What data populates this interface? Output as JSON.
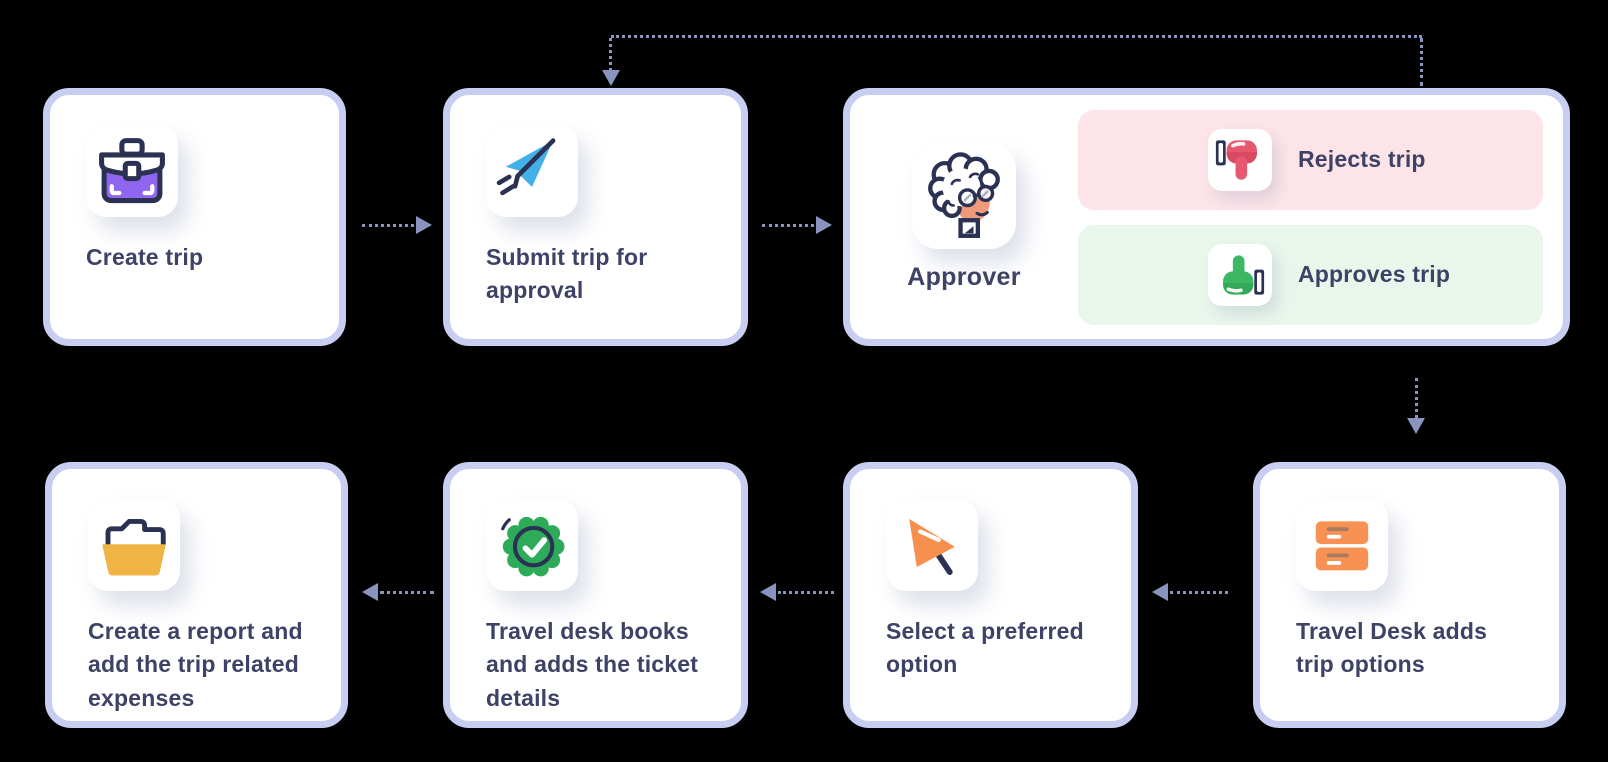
{
  "cards": {
    "create_trip": {
      "label": "Create trip",
      "icon": "briefcase-icon"
    },
    "submit_trip": {
      "label": "Submit trip for approval",
      "icon": "paper-plane-icon"
    },
    "approver": {
      "label": "Approver",
      "icon": "approver-avatar-icon",
      "outcomes": {
        "reject": {
          "label": "Rejects trip",
          "icon": "thumbs-down-icon",
          "bg": "#fce4e8",
          "icon_color": "#e65870"
        },
        "approve": {
          "label": "Approves trip",
          "icon": "thumbs-up-icon",
          "bg": "#e9f6ec",
          "icon_color": "#3cb863"
        }
      }
    },
    "travel_desk_adds": {
      "label": "Travel Desk adds trip options",
      "icon": "list-options-icon"
    },
    "select_option": {
      "label": "Select a preferred option",
      "icon": "cursor-icon"
    },
    "travel_desk_books": {
      "label": "Travel desk books and adds the ticket details",
      "icon": "verified-badge-icon"
    },
    "create_report": {
      "label": "Create a report and add the trip related expenses",
      "icon": "folder-icon"
    }
  },
  "connectors": [
    {
      "from": "create_trip",
      "to": "submit_trip",
      "direction": "right",
      "style": "dotted"
    },
    {
      "from": "submit_trip",
      "to": "approver",
      "direction": "right",
      "style": "dotted"
    },
    {
      "from": "approver",
      "to": "submit_trip",
      "direction": "loop-over-top",
      "style": "dotted"
    },
    {
      "from": "approver",
      "to": "travel_desk_adds",
      "direction": "down",
      "style": "dotted"
    },
    {
      "from": "travel_desk_adds",
      "to": "select_option",
      "direction": "left",
      "style": "dotted"
    },
    {
      "from": "select_option",
      "to": "travel_desk_books",
      "direction": "left",
      "style": "dotted"
    },
    {
      "from": "travel_desk_books",
      "to": "create_report",
      "direction": "left",
      "style": "dotted"
    }
  ],
  "colors": {
    "background": "#000000",
    "card_bg": "#ffffff",
    "card_border": "#c7cef2",
    "text": "#3d4266",
    "connector": "#8a95bf",
    "outline_navy": "#2b3153",
    "briefcase_purple": "#9066f0",
    "plane_blue": "#44b0e8",
    "reject_red": "#e65870",
    "approve_green": "#3cb863",
    "option_orange": "#f79254",
    "folder_amber": "#f0b445",
    "badge_green": "#2dab59",
    "reject_bg": "#fce4e8",
    "approve_bg": "#e9f6ec"
  }
}
